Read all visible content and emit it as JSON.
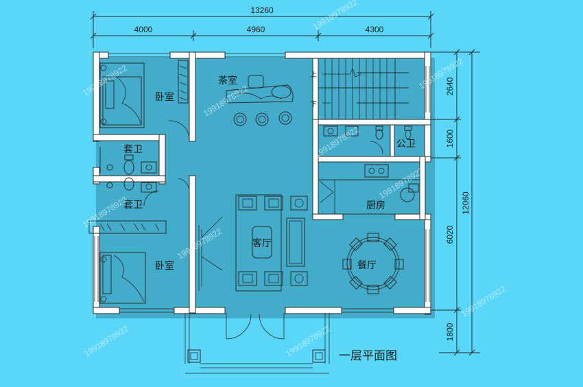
{
  "plan": {
    "title": "一层平面图",
    "dimensions": {
      "overall_width": "13260",
      "segments_top": [
        "4000",
        "4960",
        "4300"
      ],
      "overall_height": "12060",
      "segments_right": [
        "2640",
        "1600",
        "6020",
        "1800"
      ]
    },
    "rooms": {
      "bedroom_top": "卧室",
      "tea_room": "茶室",
      "ensuite_top": "套卫",
      "ensuite_bottom": "套卫",
      "bedroom_bottom": "卧室",
      "living_room": "客厅",
      "public_wc": "公卫",
      "kitchen": "厨房",
      "dining_room": "餐厅"
    },
    "stair": {
      "up": "上",
      "down": "下"
    },
    "watermark": "19918978922"
  }
}
